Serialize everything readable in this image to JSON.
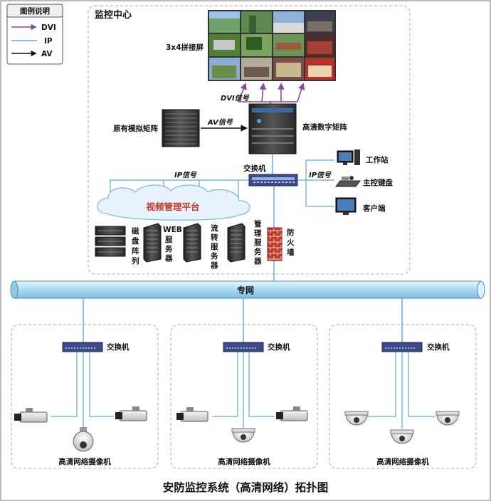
{
  "legend": {
    "title": "图例说明",
    "items": [
      {
        "label": "DVI",
        "color": "#8e44ad"
      },
      {
        "label": "IP",
        "color": "#5aa9dd"
      },
      {
        "label": "AV",
        "color": "#111111"
      }
    ]
  },
  "monitor_center": {
    "title": "监控中心",
    "video_wall_label": "3x4拼接屏",
    "dvi_signal": "DVI信号",
    "av_signal": "AV信号",
    "ip_signal_left": "IP信号",
    "ip_signal_right": "IP信号",
    "analog_matrix": "原有模拟矩阵",
    "hd_matrix": "高清数字矩阵",
    "core_switch": "交换机",
    "workstation": "工作站",
    "keyboard": "主控键盘",
    "client": "客户端",
    "platform": "视频管理平台",
    "disk_array": [
      "磁",
      "盘",
      "阵",
      "列"
    ],
    "web_server": [
      "WEB",
      "服",
      "务",
      "器"
    ],
    "stream_server": [
      "流",
      "转",
      "服",
      "务",
      "器"
    ],
    "mgmt_server": [
      "管",
      "理",
      "服",
      "务",
      "器"
    ],
    "firewall": [
      "防",
      "火",
      "墙"
    ]
  },
  "network": {
    "label": "专网"
  },
  "sites": [
    {
      "switch_label": "交换机",
      "camera_label": "高清网络摄像机"
    },
    {
      "switch_label": "交换机",
      "camera_label": "高清网络摄像机"
    },
    {
      "switch_label": "交换机",
      "camera_label": "高清网络摄像机"
    }
  ],
  "caption": "安防监控系统（高清网络）拓扑图",
  "colors": {
    "dvi": "#8e44ad",
    "ip": "#5aa9dd",
    "network_pipe": "#bfe3f5",
    "firewall": "#c0392b",
    "cloud": "#e7f2fa"
  }
}
